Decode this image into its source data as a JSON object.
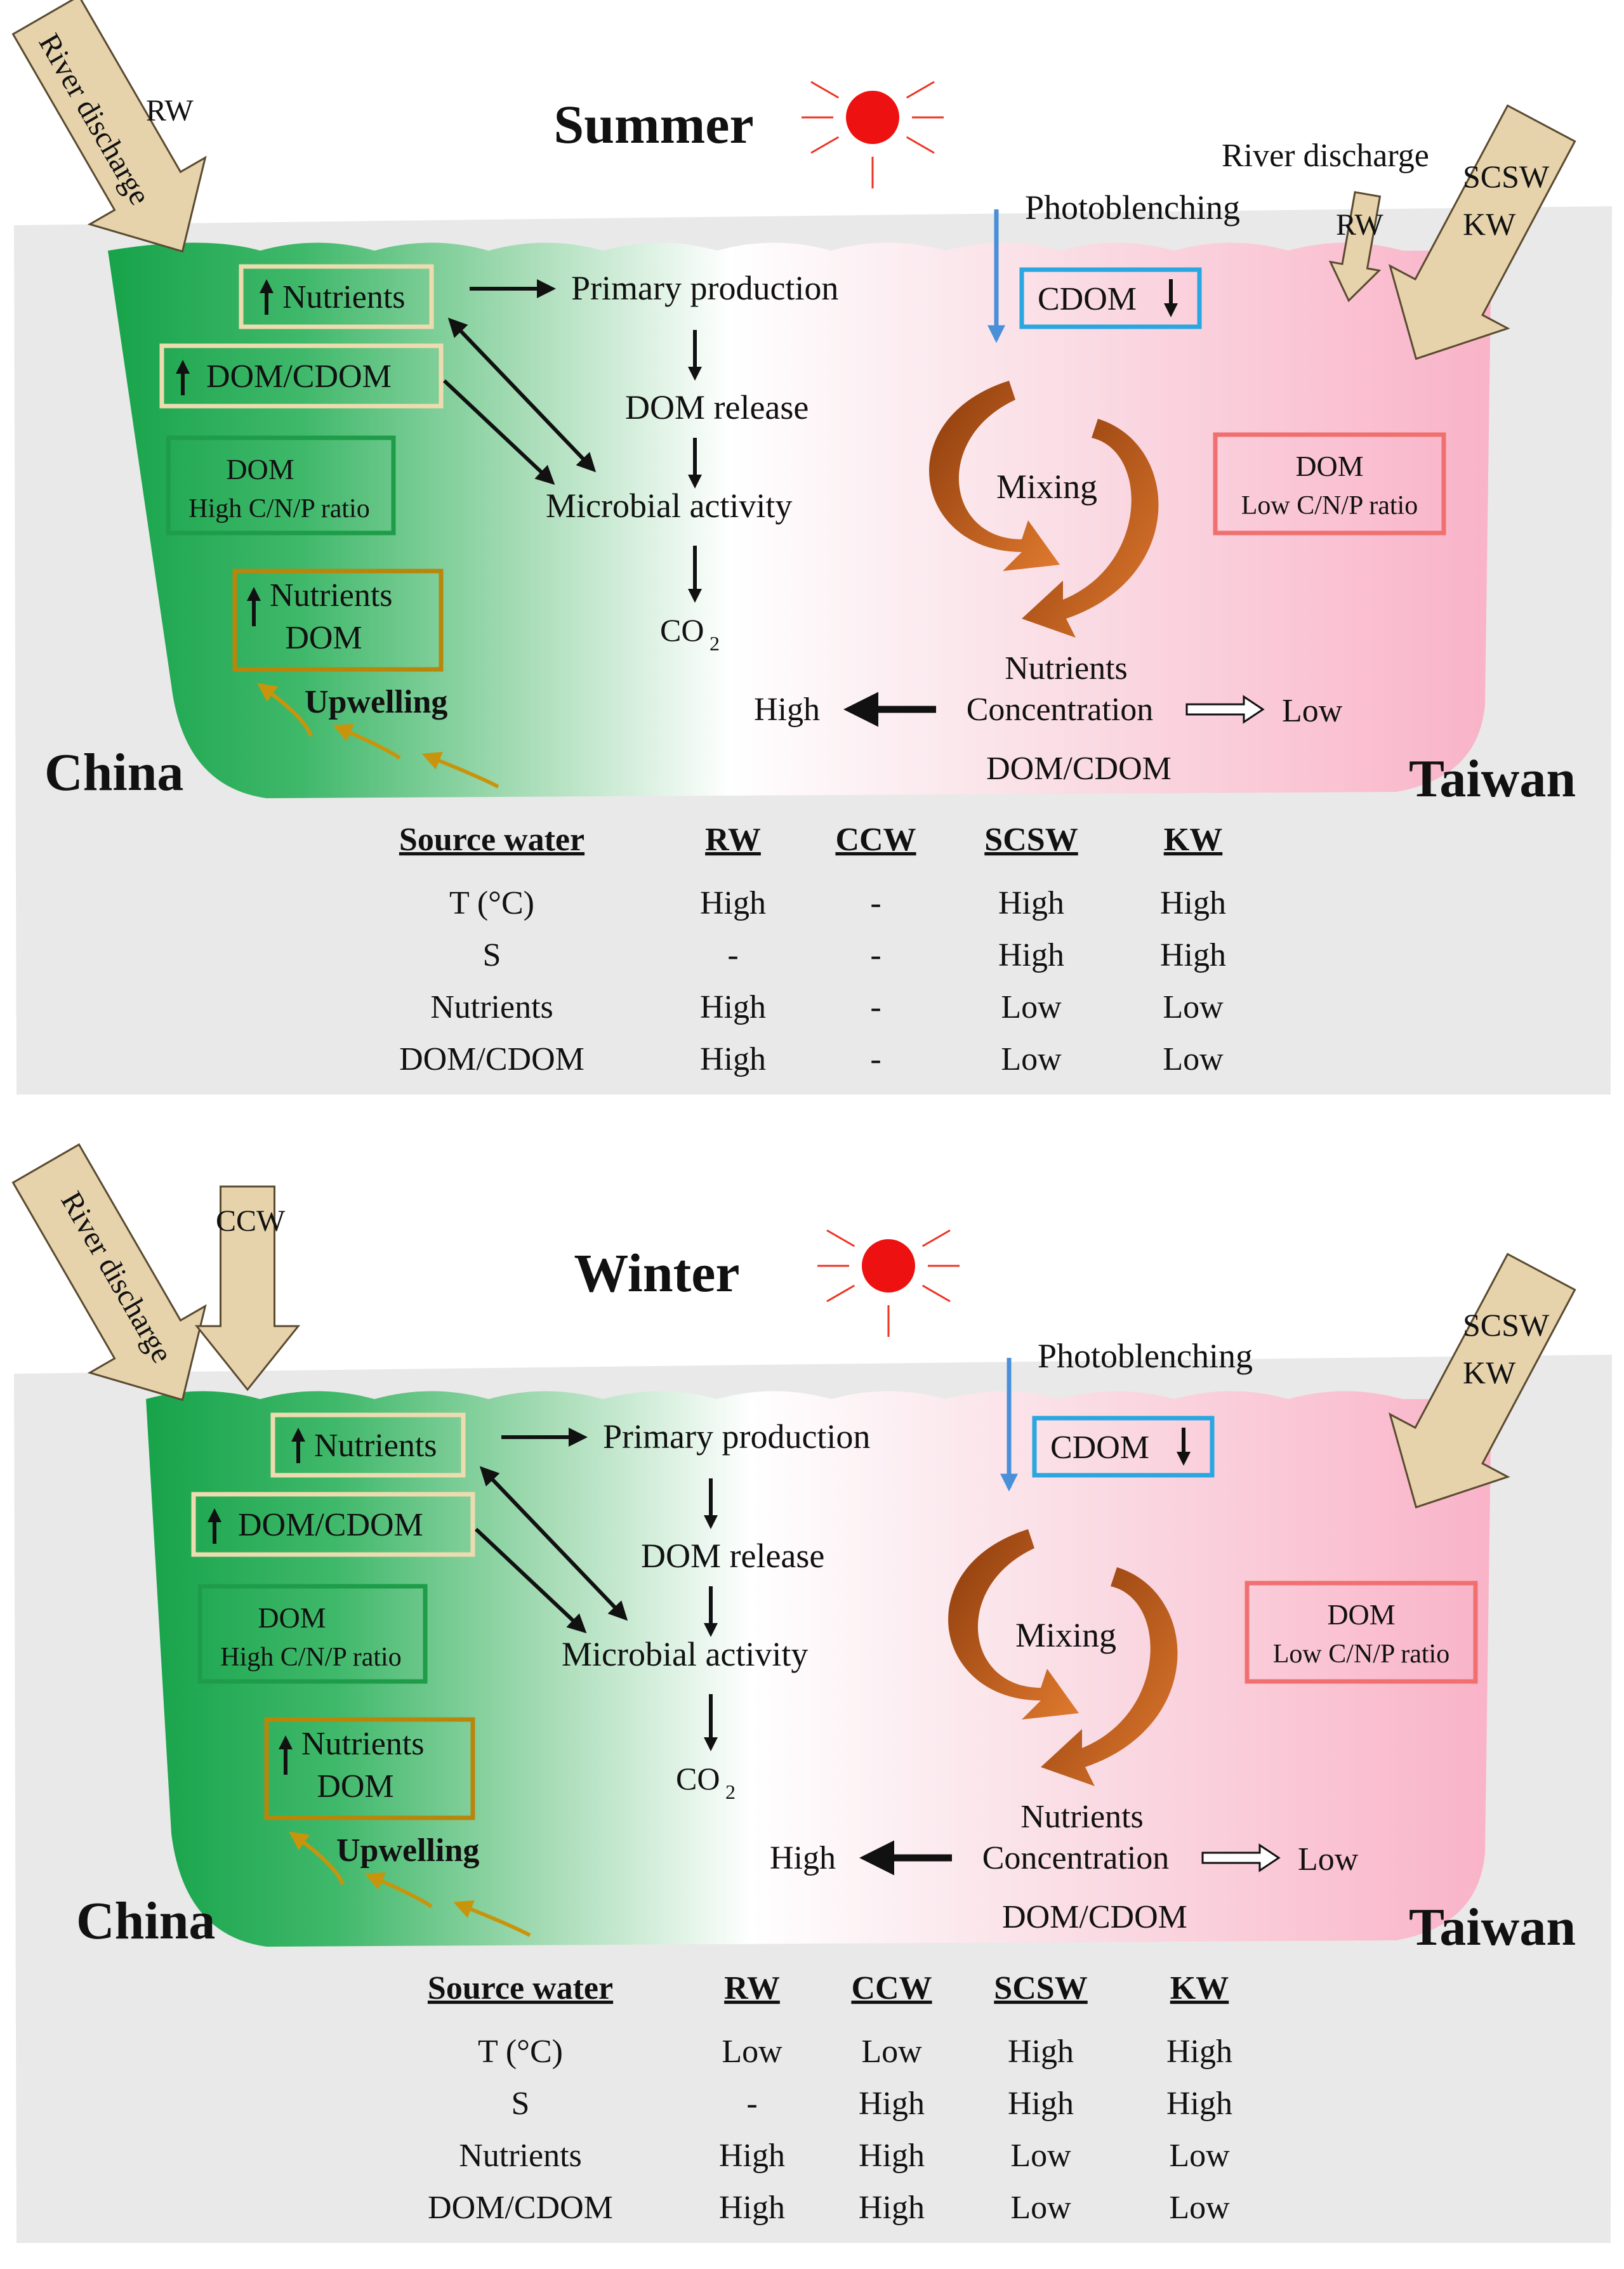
{
  "panels": [
    {
      "season": "Summer",
      "china": "China",
      "taiwan": "Taiwan",
      "left_inputs": {
        "river": "River discharge",
        "rw": "RW"
      },
      "right_inputs": {
        "river": "River discharge",
        "rw": "RW",
        "scsw": "SCSW",
        "kw": "KW"
      },
      "boxes": {
        "nutrients": "Nutrients",
        "dom_cdom": "DOM/CDOM",
        "dom_high_1": "DOM",
        "dom_high_2": "High C/N/P ratio",
        "up_nutrients": "Nutrients",
        "up_dom": "DOM",
        "dom_low_1": "DOM",
        "dom_low_2": "Low C/N/P ratio",
        "cdom": "CDOM"
      },
      "labels": {
        "primary": "Primary production",
        "release": "DOM release",
        "microbial": "Microbial activity",
        "co2": "CO",
        "co2_sub": "2",
        "upwelling": "Upwelling",
        "photo": "Photoblenching",
        "mixing": "Mixing",
        "nut": "Nutrients",
        "conc": "Concentration",
        "high": "High",
        "low": "Low",
        "domcdom": "DOM/CDOM"
      },
      "table": {
        "headers": [
          "Source water",
          "RW",
          "CCW",
          "SCSW",
          "KW"
        ],
        "rows": [
          [
            "T (°C)",
            "High",
            "-",
            "High",
            "High"
          ],
          [
            "S",
            "-",
            "-",
            "High",
            "High"
          ],
          [
            "Nutrients",
            "High",
            "-",
            "Low",
            "Low"
          ],
          [
            "DOM/CDOM",
            "High",
            "-",
            "Low",
            "Low"
          ]
        ]
      }
    },
    {
      "season": "Winter",
      "china": "China",
      "taiwan": "Taiwan",
      "left_inputs": {
        "river": "River discharge",
        "ccw": "CCW"
      },
      "right_inputs": {
        "scsw": "SCSW",
        "kw": "KW"
      },
      "boxes": {
        "nutrients": "Nutrients",
        "dom_cdom": "DOM/CDOM",
        "dom_high_1": "DOM",
        "dom_high_2": "High C/N/P ratio",
        "up_nutrients": "Nutrients",
        "up_dom": "DOM",
        "dom_low_1": "DOM",
        "dom_low_2": "Low C/N/P ratio",
        "cdom": "CDOM"
      },
      "labels": {
        "primary": "Primary production",
        "release": "DOM release",
        "microbial": "Microbial activity",
        "co2": "CO",
        "co2_sub": "2",
        "upwelling": "Upwelling",
        "photo": "Photoblenching",
        "mixing": "Mixing",
        "nut": "Nutrients",
        "conc": "Concentration",
        "high": "High",
        "low": "Low",
        "domcdom": "DOM/CDOM"
      },
      "table": {
        "headers": [
          "Source water",
          "RW",
          "CCW",
          "SCSW",
          "KW"
        ],
        "rows": [
          [
            "T (°C)",
            "Low",
            "Low",
            "High",
            "High"
          ],
          [
            "S",
            "-",
            "High",
            "High",
            "High"
          ],
          [
            "Nutrients",
            "High",
            "High",
            "Low",
            "Low"
          ],
          [
            "DOM/CDOM",
            "High",
            "High",
            "Low",
            "Low"
          ]
        ]
      }
    }
  ]
}
